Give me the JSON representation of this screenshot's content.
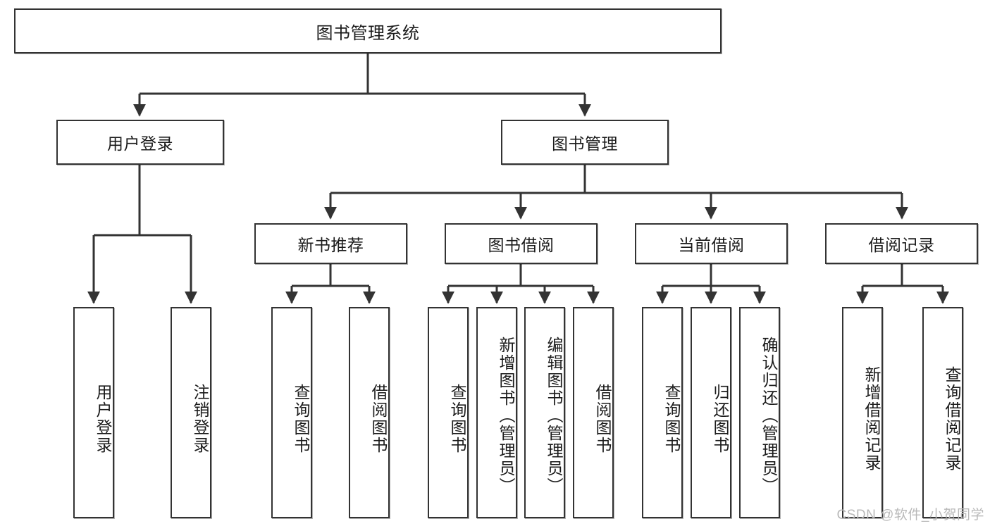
{
  "diagram": {
    "type": "tree-hierarchy-chart",
    "title": "图书管理系统",
    "watermark": "CSDN @软件_小贺同学",
    "colors": {
      "background": "#ffffff",
      "node_border": "#333333",
      "node_fill": "#ffffff",
      "edge": "#333333",
      "text": "#1b1b1b",
      "watermark": "#b9b9b9"
    },
    "levels": {
      "root": {
        "label": "图书管理系统"
      },
      "level2": [
        {
          "id": "user-login",
          "label": "用户登录"
        },
        {
          "id": "book-management",
          "label": "图书管理"
        }
      ],
      "level3": [
        {
          "id": "new-book-recommend",
          "label": "新书推荐",
          "parent": "book-management"
        },
        {
          "id": "book-borrow",
          "label": "图书借阅",
          "parent": "book-management"
        },
        {
          "id": "current-borrow",
          "label": "当前借阅",
          "parent": "book-management"
        },
        {
          "id": "borrow-record",
          "label": "借阅记录",
          "parent": "book-management"
        }
      ],
      "leaves": [
        {
          "id": "leaf-user-login",
          "label": "用户登录",
          "parent": "user-login"
        },
        {
          "id": "leaf-user-logout",
          "label": "注销登录",
          "parent": "user-login"
        },
        {
          "id": "leaf-query-book-1",
          "label": "查询图书",
          "parent": "new-book-recommend"
        },
        {
          "id": "leaf-borrow-book-1",
          "label": "借阅图书",
          "parent": "new-book-recommend"
        },
        {
          "id": "leaf-query-book-2",
          "label": "查询图书",
          "parent": "book-borrow"
        },
        {
          "id": "leaf-add-book",
          "label": "新增图书（管理员）",
          "parent": "book-borrow"
        },
        {
          "id": "leaf-edit-book",
          "label": "编辑图书（管理员）",
          "parent": "book-borrow"
        },
        {
          "id": "leaf-borrow-book-2",
          "label": "借阅图书",
          "parent": "book-borrow"
        },
        {
          "id": "leaf-query-book-3",
          "label": "查询图书",
          "parent": "current-borrow"
        },
        {
          "id": "leaf-return-book",
          "label": "归还图书",
          "parent": "current-borrow"
        },
        {
          "id": "leaf-confirm-return",
          "label": "确认归还（管理员）",
          "parent": "current-borrow"
        },
        {
          "id": "leaf-add-record",
          "label": "新增借阅记录",
          "parent": "borrow-record"
        },
        {
          "id": "leaf-query-record",
          "label": "查询借阅记录",
          "parent": "borrow-record"
        }
      ]
    }
  }
}
